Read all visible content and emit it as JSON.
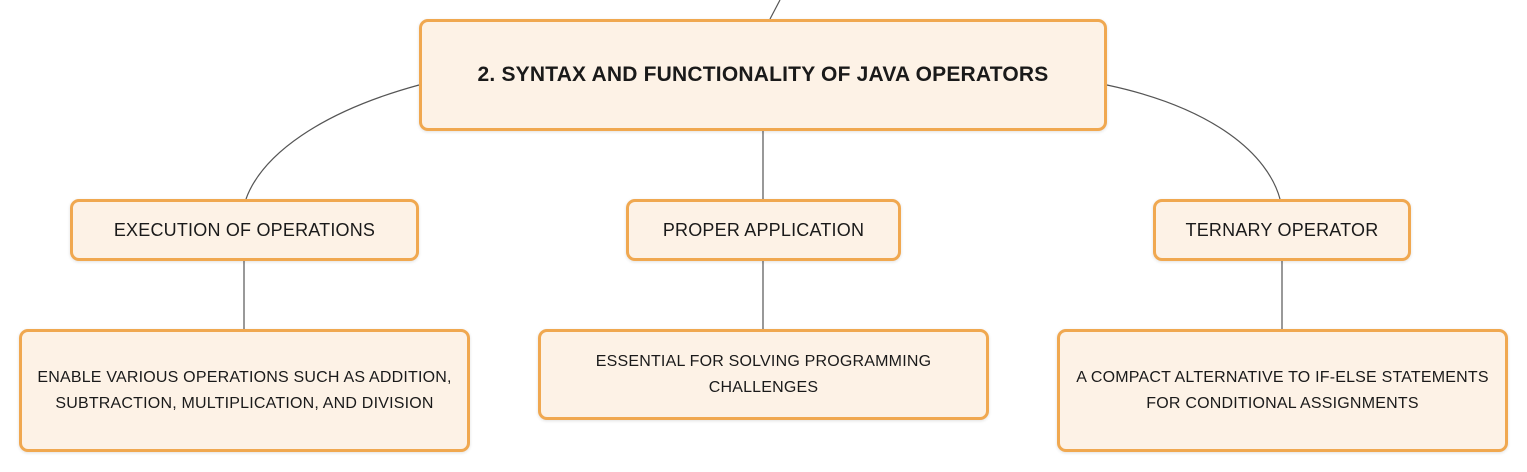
{
  "root": {
    "label": "2. SYNTAX AND FUNCTIONALITY OF JAVA OPERATORS"
  },
  "branches": [
    {
      "label": "EXECUTION OF OPERATIONS",
      "detail": "ENABLE VARIOUS OPERATIONS SUCH AS ADDITION, SUBTRACTION, MULTIPLICATION, AND DIVISION"
    },
    {
      "label": "PROPER APPLICATION",
      "detail": "ESSENTIAL FOR SOLVING PROGRAMMING CHALLENGES"
    },
    {
      "label": "TERNARY OPERATOR",
      "detail": "A COMPACT ALTERNATIVE TO IF-ELSE STATEMENTS FOR CONDITIONAL ASSIGNMENTS"
    }
  ],
  "colors": {
    "node_fill": "#fdf2e6",
    "node_border": "#f0a850",
    "connector": "#555555",
    "text": "#1a1a1a"
  }
}
